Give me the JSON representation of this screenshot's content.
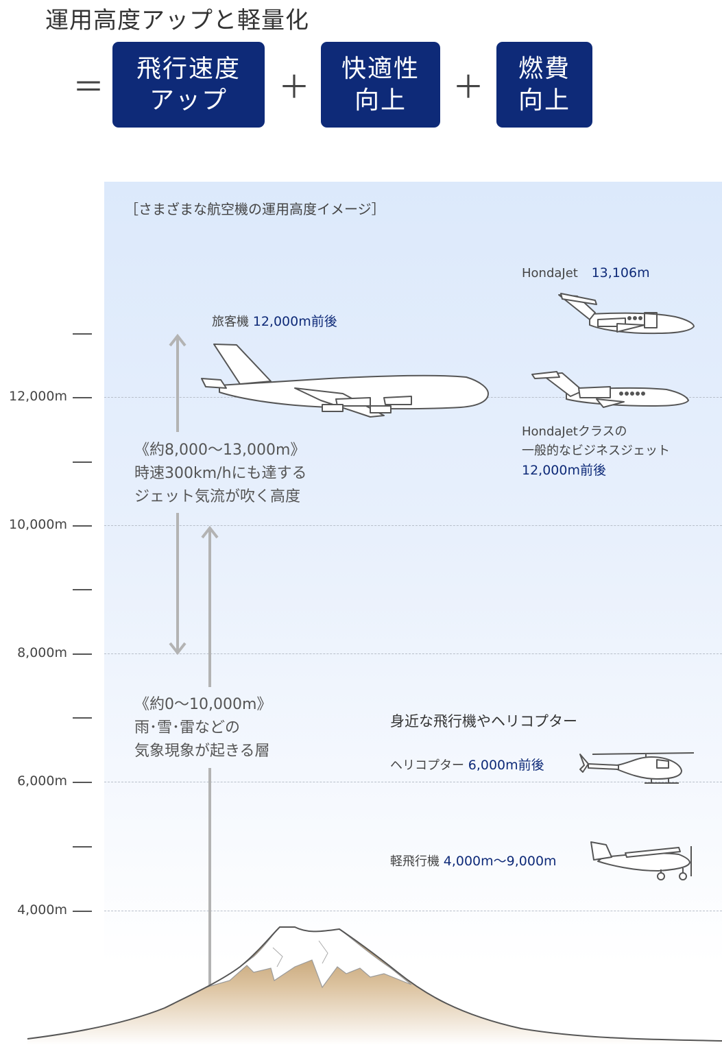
{
  "header": {
    "title": "運用高度アップと軽量化",
    "equals": "＝",
    "plus": "＋",
    "boxes": [
      {
        "line1": "飛行速度",
        "line2": "アップ"
      },
      {
        "line1": "快適性",
        "line2": "向上"
      },
      {
        "line1": "燃費",
        "line2": "向上"
      }
    ]
  },
  "chart": {
    "title": "［さまざまな航空機の運用高度イメージ］",
    "y_ticks": [
      "12,000m",
      "10,000m",
      "8,000m",
      "6,000m",
      "4,000m"
    ],
    "jet_stream": {
      "range": "《約8,000〜13,000m》",
      "line1": "時速300km/hにも達する",
      "line2": "ジェット気流が吹く高度"
    },
    "weather": {
      "range": "《約0〜10,000m》",
      "line1": "雨･雪･雷などの",
      "line2": "気象現象が起きる層"
    },
    "airliner": {
      "label": "旅客機",
      "value": "12,000m前後"
    },
    "hondajet": {
      "label": "HondaJet",
      "value": "13,106m"
    },
    "business_jet": {
      "line1": "HondaJetクラスの",
      "line2": "一般的なビジネスジェット",
      "value": "12,000m前後"
    },
    "nearby_title": "身近な飛行機やヘリコプター",
    "helicopter": {
      "label": "ヘリコプター",
      "value": "6,000m前後"
    },
    "light_plane": {
      "label": "軽飛行機",
      "value": "4,000m〜9,000m"
    }
  },
  "colors": {
    "accent": "#0e2a78",
    "sky_top": "#dce9fb",
    "mountain_base": "#c9a679"
  }
}
